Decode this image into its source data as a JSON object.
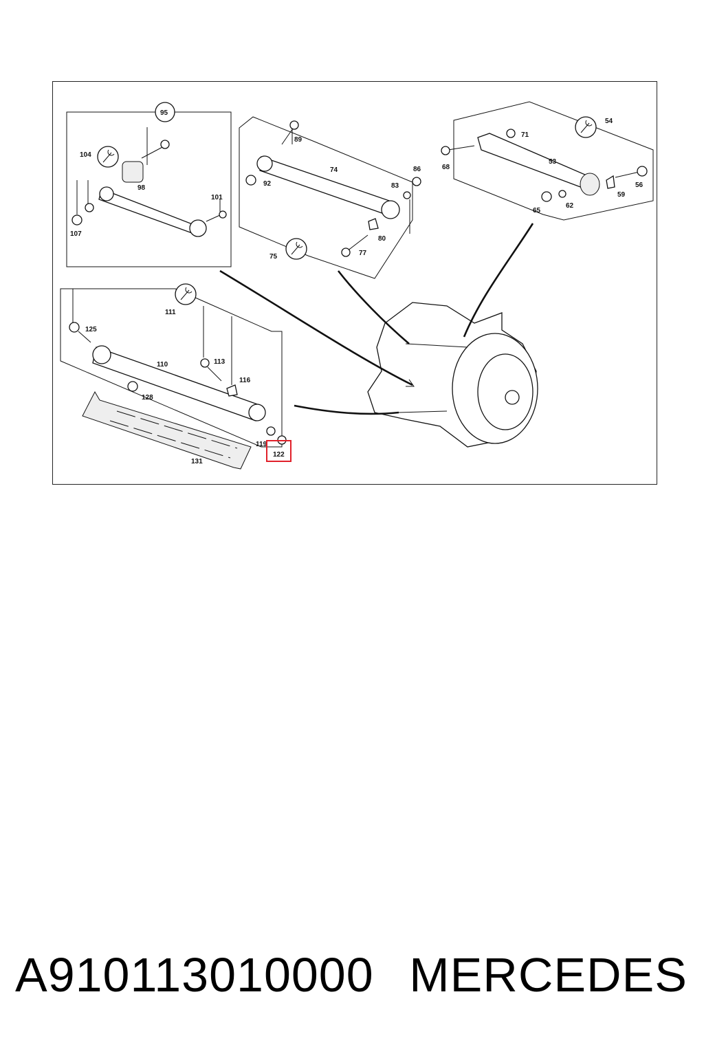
{
  "diagram": {
    "callouts": {
      "c95": "95",
      "c104": "104",
      "c98": "98",
      "c101": "101",
      "c107": "107",
      "c89": "89",
      "c74": "74",
      "c92": "92",
      "c83": "83",
      "c86": "86",
      "c80": "80",
      "c77": "77",
      "c75": "75",
      "c71": "71",
      "c54": "54",
      "c68": "68",
      "c53": "53",
      "c56": "56",
      "c59": "59",
      "c65": "65",
      "c62": "62",
      "c111": "111",
      "c125": "125",
      "c110": "110",
      "c113": "113",
      "c116": "116",
      "c128": "128",
      "c119": "119",
      "c122": "122",
      "c131": "131"
    },
    "highlighted_part": "122",
    "highlight_color": "#e0202a"
  },
  "caption": {
    "part_number": "A910113010000",
    "brand": "MERCEDES"
  }
}
